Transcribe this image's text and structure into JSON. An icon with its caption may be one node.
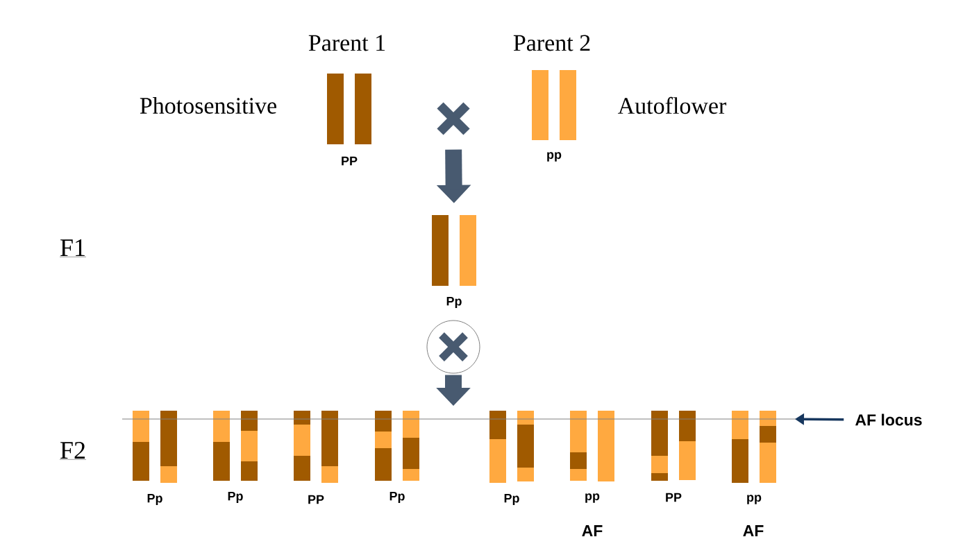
{
  "diagram": {
    "nodes": [
      {
        "text": [
          "PP"
        ],
        "beside": [
          "Parent 1",
          "Photosensitive"
        ]
      },
      {
        "text": [
          "pp"
        ],
        "beside": [
          "Parent 2",
          "Autoflower"
        ]
      },
      {
        "text": [],
        "shape": "cross"
      },
      {
        "text": [
          "Pp"
        ]
      },
      {
        "text": [],
        "shape": "circle"
      },
      {
        "text": [
          "Pp"
        ]
      },
      {
        "text": [
          "Pp"
        ]
      },
      {
        "text": [
          "PP"
        ]
      },
      {
        "text": [
          "Pp"
        ]
      },
      {
        "text": [
          "Pp"
        ]
      },
      {
        "text": [
          "pp"
        ],
        "beside": [
          "AF"
        ]
      },
      {
        "text": [
          "PP"
        ]
      },
      {
        "text": [
          "pp"
        ],
        "beside": [
          "AF"
        ]
      },
      {
        "text": [
          "AF locus"
        ]
      }
    ],
    "edges": [
      {
        "from": 2,
        "to": 3,
        "arrow": "to"
      },
      {
        "from": 4,
        "to": null,
        "arrow": "to"
      },
      {
        "from": 13,
        "to": null,
        "arrow": "to",
        "color": "#17375e"
      }
    ],
    "labels": [
      "F1",
      "F2"
    ]
  }
}
